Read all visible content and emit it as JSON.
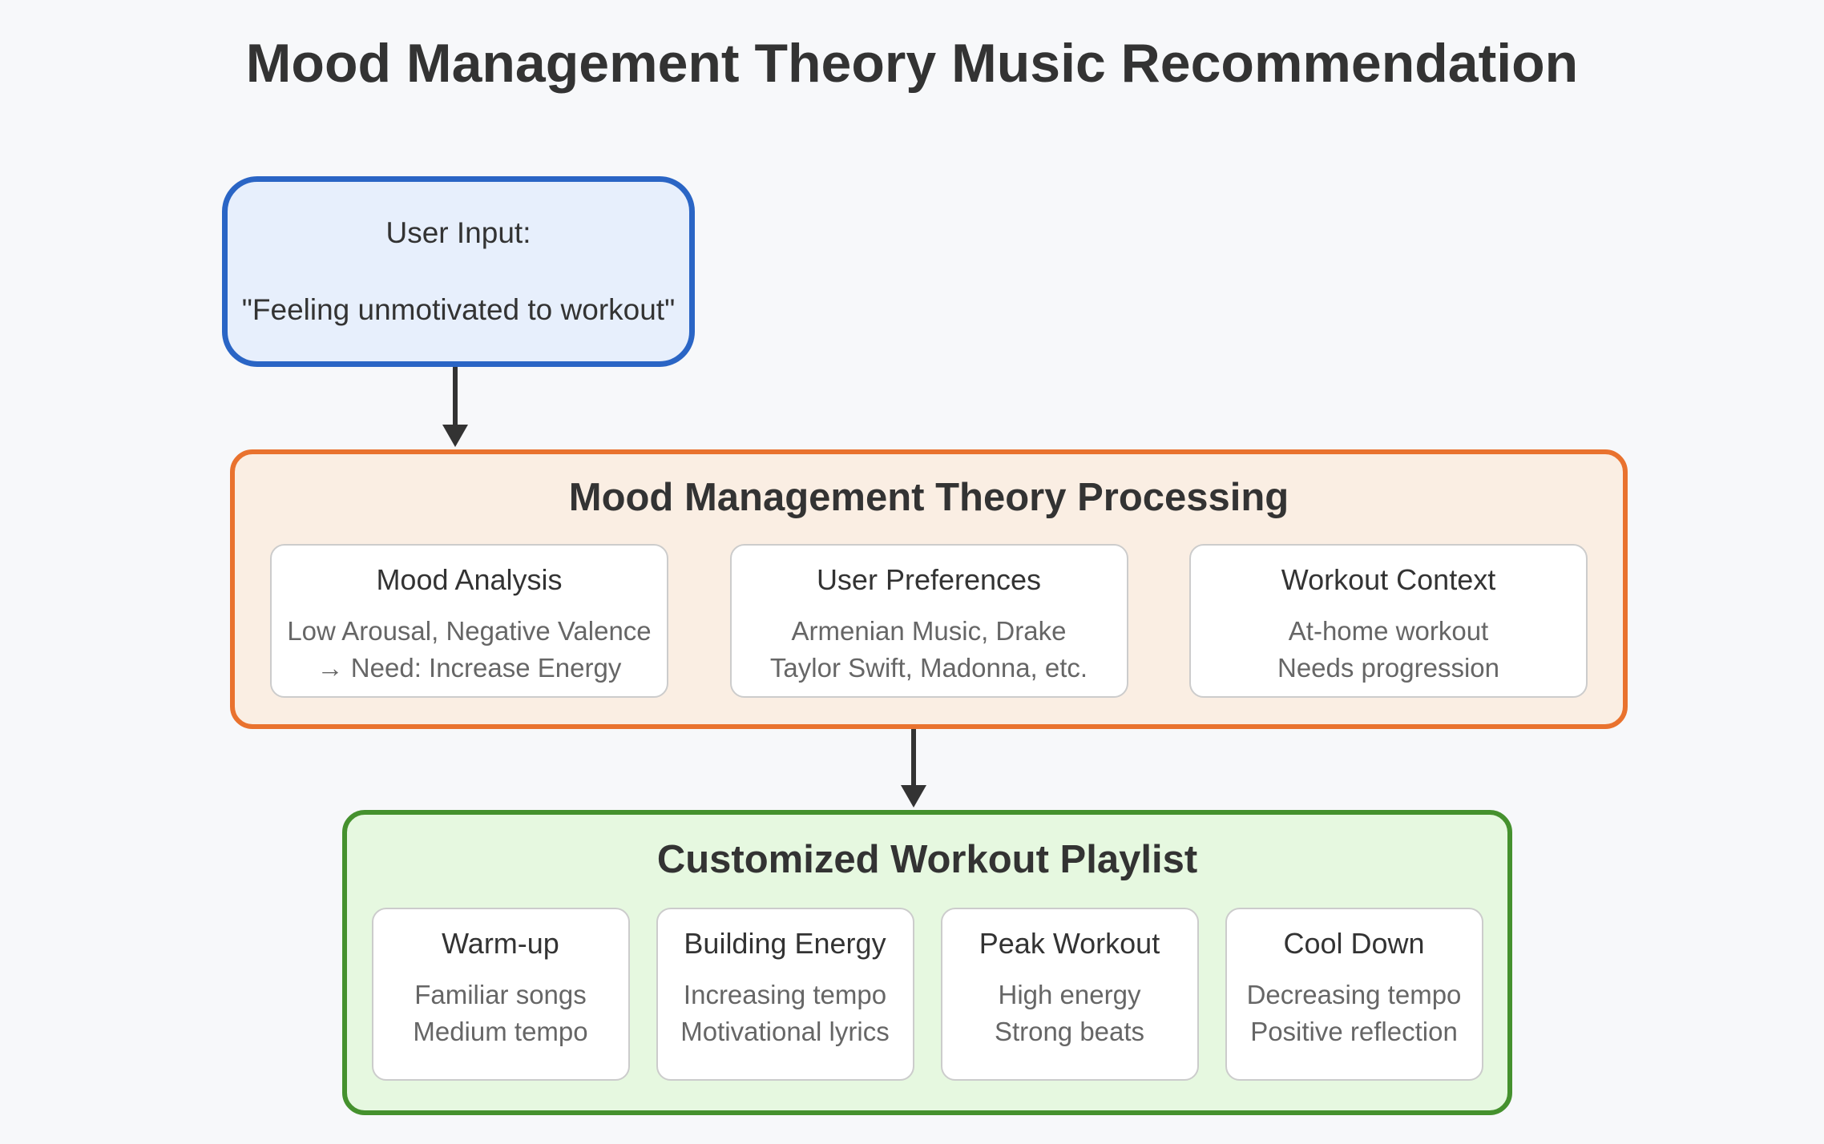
{
  "page": {
    "title": "Mood Management Theory Music Recommendation",
    "background_color": "#f7f8fa",
    "text_dark_color": "#333333",
    "text_muted_color": "#666666",
    "arrow_color": "#333333",
    "card_border_color": "#cccccc"
  },
  "user_input": {
    "title": "User Input:",
    "quote": "\"Feeling unmotivated to workout\"",
    "border_color": "#2a65c5",
    "fill_color": "#e7effc"
  },
  "processing": {
    "title": "Mood Management Theory Processing",
    "border_color": "#e9722e",
    "fill_color": "#faeee3",
    "cards": [
      {
        "title": "Mood Analysis",
        "lines": [
          "Low Arousal, Negative Valence",
          "→ Need: Increase Energy"
        ]
      },
      {
        "title": "User Preferences",
        "lines": [
          "Armenian Music, Drake",
          "Taylor Swift, Madonna, etc."
        ]
      },
      {
        "title": "Workout Context",
        "lines": [
          "At-home workout",
          "Needs progression"
        ]
      }
    ]
  },
  "playlist": {
    "title": "Customized Workout Playlist",
    "border_color": "#45912e",
    "fill_color": "#e6f8e0",
    "cards": [
      {
        "title": "Warm-up",
        "lines": [
          "Familiar songs",
          "Medium tempo"
        ]
      },
      {
        "title": "Building Energy",
        "lines": [
          "Increasing tempo",
          "Motivational lyrics"
        ]
      },
      {
        "title": "Peak Workout",
        "lines": [
          "High energy",
          "Strong beats"
        ]
      },
      {
        "title": "Cool Down",
        "lines": [
          "Decreasing tempo",
          "Positive reflection"
        ]
      }
    ]
  }
}
